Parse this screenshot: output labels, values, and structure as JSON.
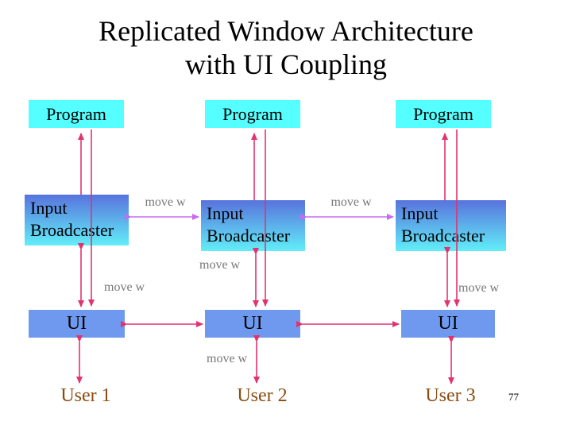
{
  "title": {
    "line1": "Replicated Window Architecture",
    "line2": "with UI Coupling"
  },
  "page_number": "77",
  "arrow_label": "move w",
  "columns": [
    {
      "program": "Program",
      "broadcaster_line1": "Input",
      "broadcaster_line2": "Broadcaster",
      "ui": "UI",
      "user": "User 1"
    },
    {
      "program": "Program",
      "broadcaster_line1": "Input",
      "broadcaster_line2": "Broadcaster",
      "ui": "UI",
      "user": "User 2"
    },
    {
      "program": "Program",
      "broadcaster_line1": "Input",
      "broadcaster_line2": "Broadcaster",
      "ui": "UI",
      "user": "User 3"
    }
  ],
  "colors": {
    "program_fill": "#55ffff",
    "ui_fill": "#6e99ee",
    "broadcaster_top": "#5873dd",
    "broadcaster_bottom": "#62eef8",
    "arrow_pink": "#e23370",
    "arrow_violet": "#c76bf2",
    "label_gray": "#777777",
    "user_brown": "#8a4b10",
    "title_black": "#000000"
  }
}
